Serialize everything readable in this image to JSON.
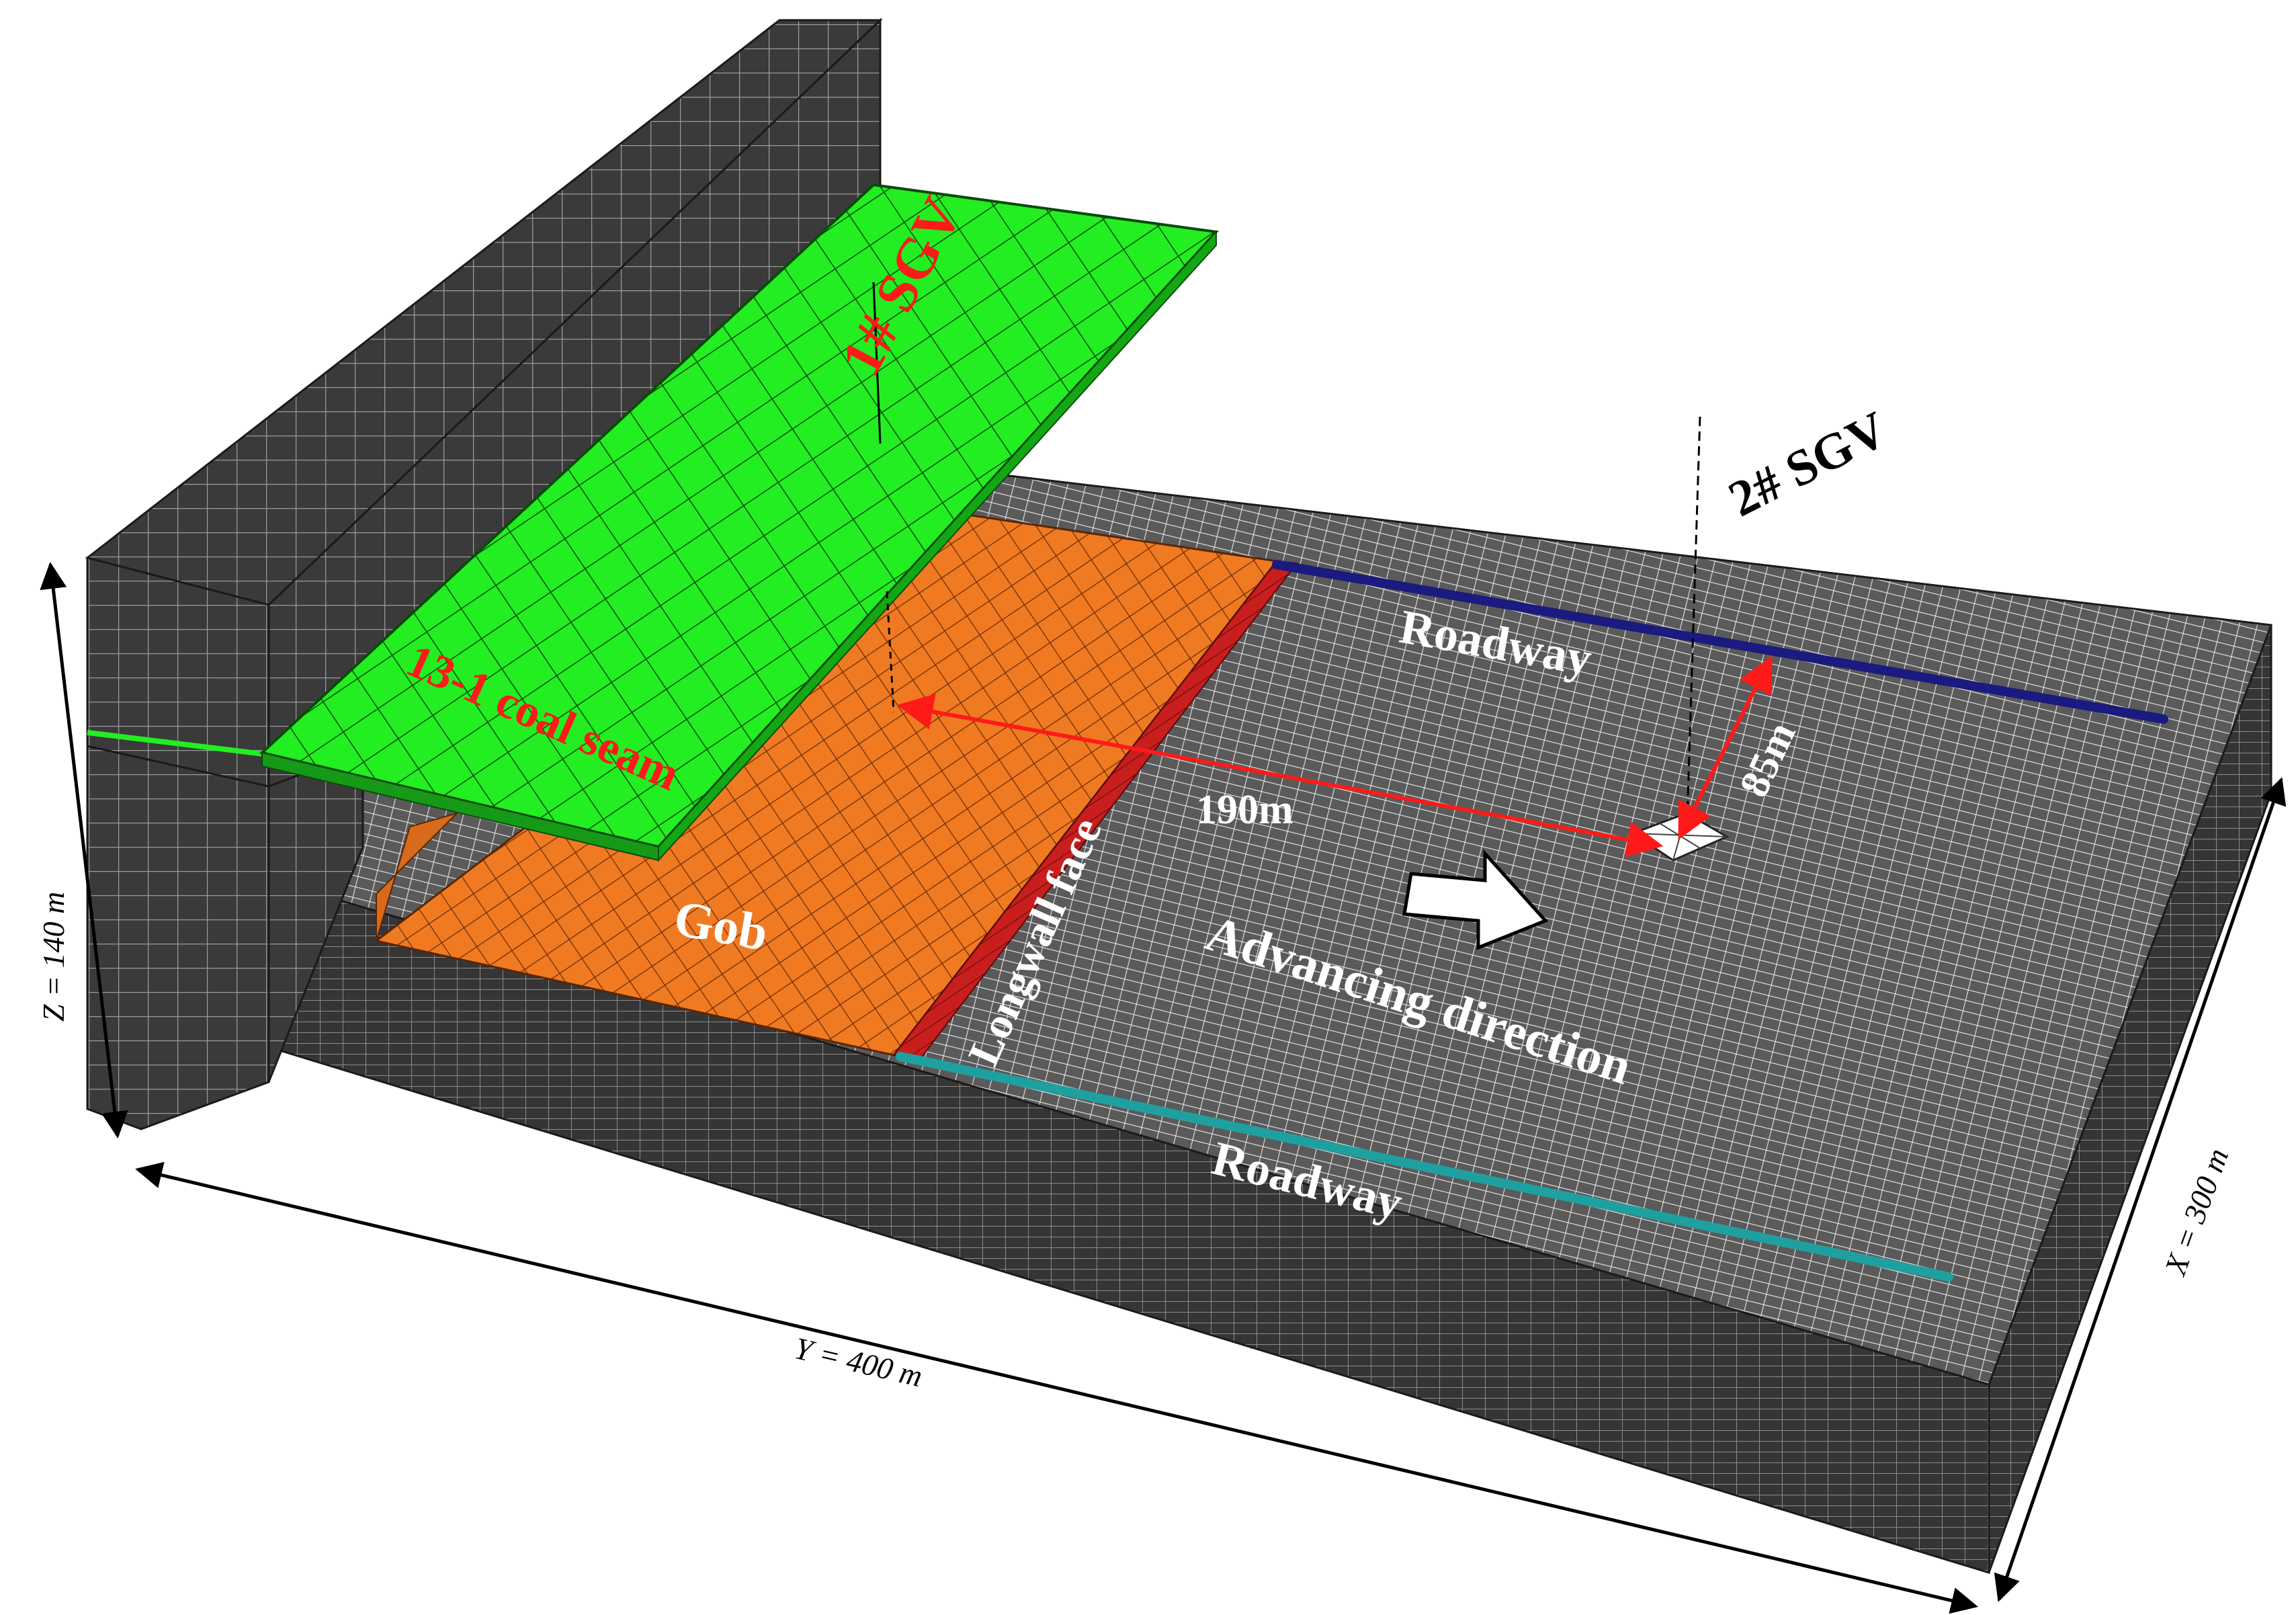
{
  "labels": {
    "sgv1": "1# SGV",
    "sgv2": "2# SGV",
    "coal_seam": "13-1 coal seam",
    "roadway_top": "Roadway",
    "roadway_bottom": "Roadway",
    "gob": "Gob",
    "longwall_face": "Longwall face",
    "advancing_direction": "Advancing direction",
    "dist_190": "190m",
    "dist_85": "85m"
  },
  "dimensions": {
    "z": "Z = 140 m",
    "y": "Y = 400 m",
    "x": "X = 300 m"
  },
  "colors": {
    "rock_mesh": "#3a3a3a",
    "floor_mesh": "#a8a8a8",
    "coal_seam": "#22ee22",
    "gob": "#f07a22",
    "longwall_face": "#c81e1e",
    "roadway_top": "#1a1a80",
    "roadway_bottom": "#1fa0a0",
    "measure_arrow": "#ff1a1a",
    "label_red": "#ff1a1a",
    "label_white": "#ffffff",
    "label_black": "#000000"
  }
}
